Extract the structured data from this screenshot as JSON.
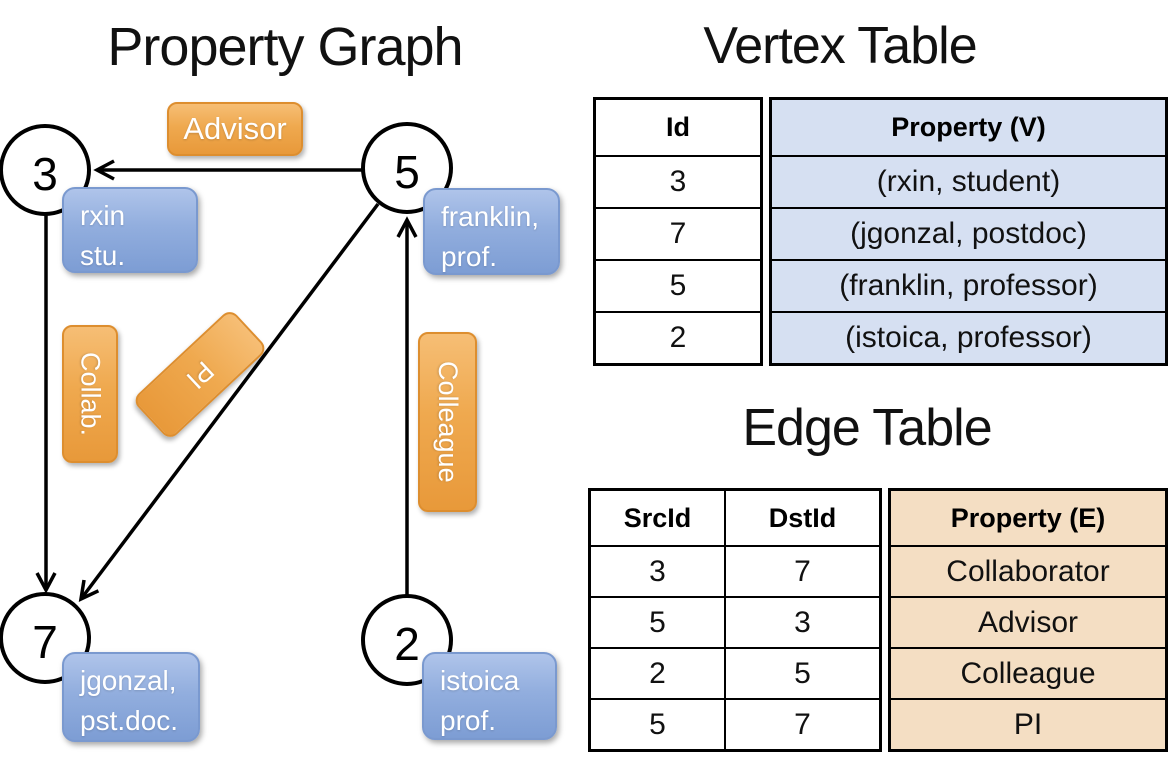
{
  "titles": {
    "graph": "Property Graph",
    "vertex_table": "Vertex Table",
    "edge_table": "Edge Table"
  },
  "graph": {
    "nodes": [
      {
        "id": "3"
      },
      {
        "id": "5"
      },
      {
        "id": "7"
      },
      {
        "id": "2"
      }
    ],
    "vertex_labels": [
      {
        "line1": "rxin",
        "line2": "stu."
      },
      {
        "line1": "franklin,",
        "line2": "prof."
      },
      {
        "line1": "jgonzal,",
        "line2": "pst.doc."
      },
      {
        "line1": "istoica",
        "line2": "prof."
      }
    ],
    "edge_labels": [
      {
        "label": "Advisor"
      },
      {
        "label": "Collab."
      },
      {
        "label": "PI"
      },
      {
        "label": "Colleague"
      }
    ]
  },
  "vertex_table": {
    "columns": {
      "id": "Id",
      "property": "Property (V)"
    },
    "rows": [
      {
        "id": "3",
        "property": "(rxin, student)"
      },
      {
        "id": "7",
        "property": "(jgonzal, postdoc)"
      },
      {
        "id": "5",
        "property": "(franklin, professor)"
      },
      {
        "id": "2",
        "property": "(istoica, professor)"
      }
    ]
  },
  "edge_table": {
    "columns": {
      "src": "SrcId",
      "dst": "DstId",
      "property": "Property (E)"
    },
    "rows": [
      {
        "src": "3",
        "dst": "7",
        "property": "Collaborator"
      },
      {
        "src": "5",
        "dst": "3",
        "property": "Advisor"
      },
      {
        "src": "2",
        "dst": "5",
        "property": "Colleague"
      },
      {
        "src": "5",
        "dst": "7",
        "property": "PI"
      }
    ]
  },
  "colors": {
    "edge_label_orange": "#EFA94F",
    "edge_label_border": "#DD8E2F",
    "vertex_label_blue": "#8FACDD",
    "vertex_table_fill": "#D6E0F2",
    "edge_table_fill": "#F4DEC3",
    "line_black": "#000000"
  }
}
